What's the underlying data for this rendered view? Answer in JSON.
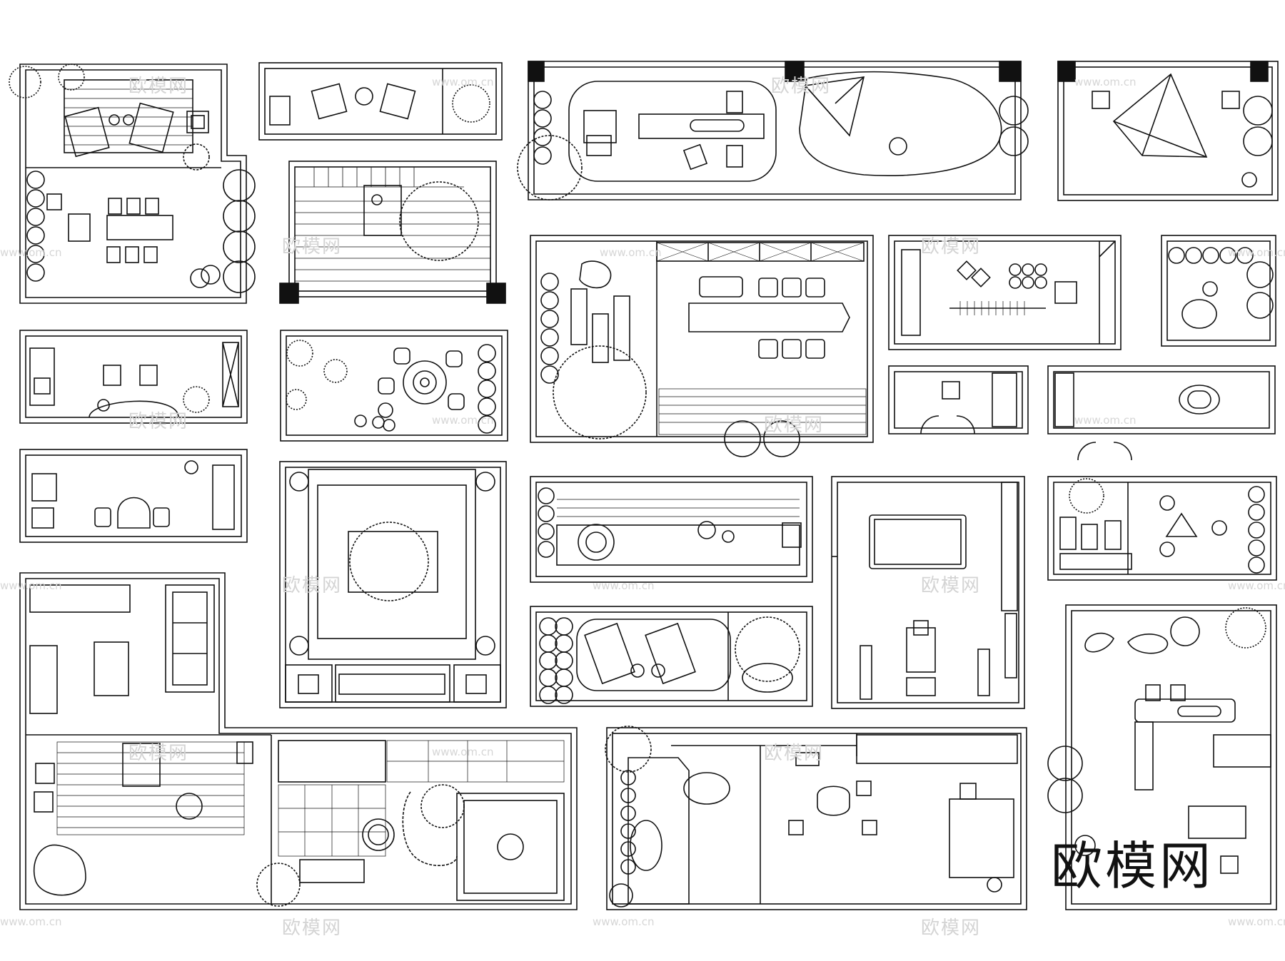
{
  "brand_logo": "欧模网",
  "watermark_cn": "欧模网",
  "watermark_url": "www.om.cn",
  "line_color": "#111111",
  "watermark_color": "#d4d4d4",
  "background": "#ffffff",
  "plans_description_icons": [
    "tree-icon",
    "chair-icon",
    "table-icon",
    "sun-lounger-icon",
    "planter-icon",
    "person-icon",
    "pool-icon",
    "billiard-table-icon",
    "gym-equipment-icon"
  ]
}
